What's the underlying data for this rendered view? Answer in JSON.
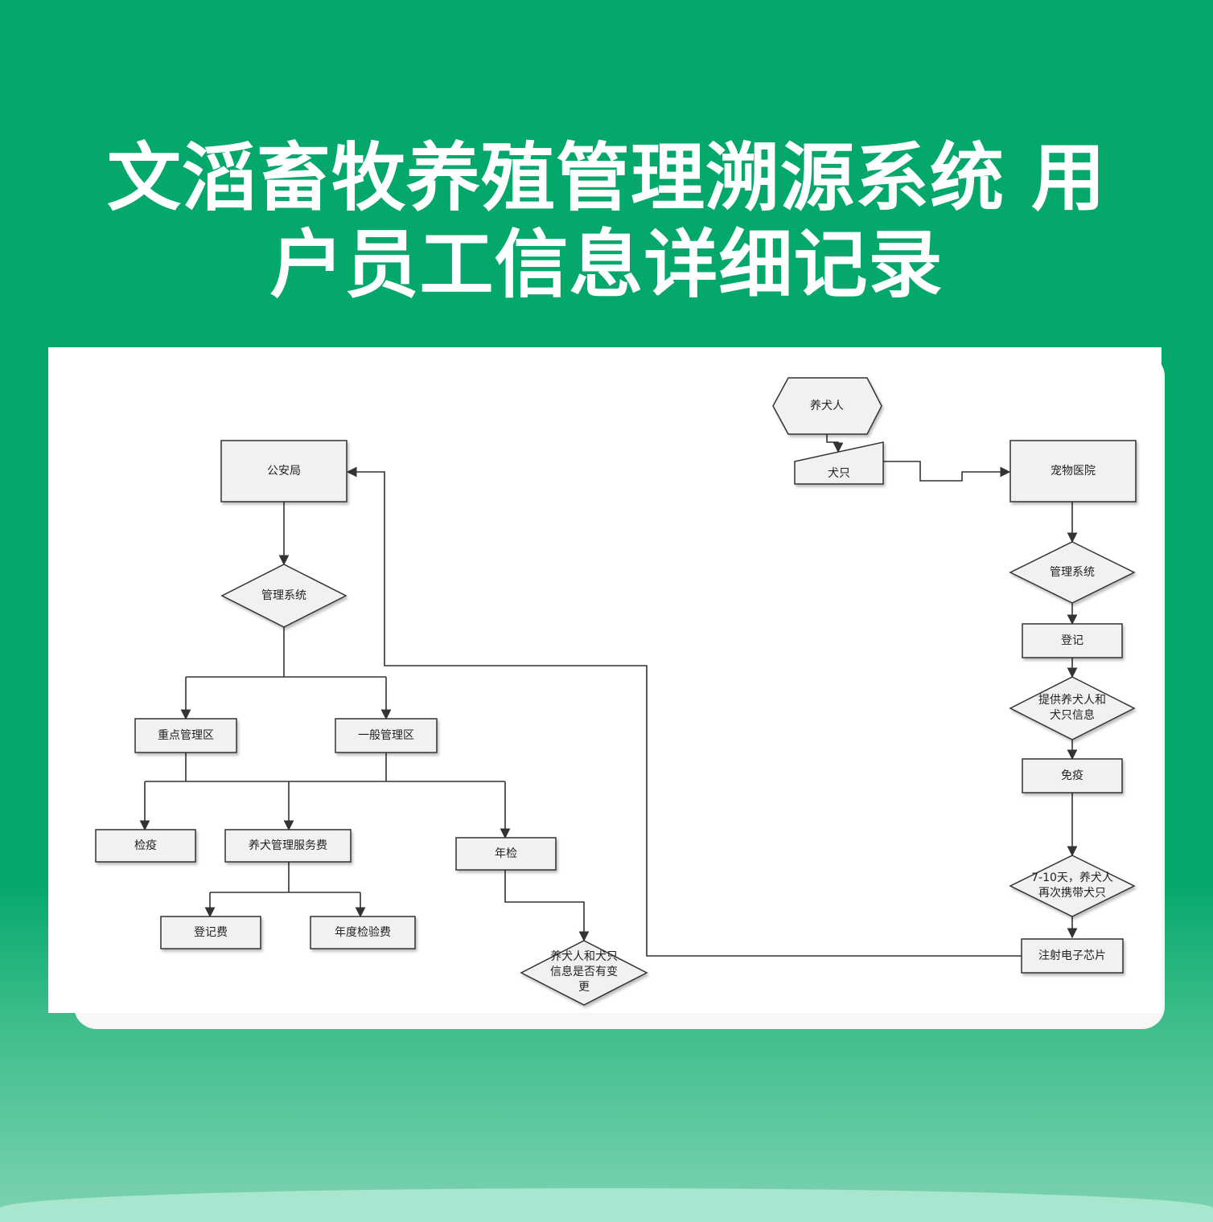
{
  "title_line1": "文滔畜牧养殖管理溯源系统 用",
  "title_line2": "户员工信息详细记录",
  "nodes": {
    "police": "公安局",
    "mgmt_left": "管理系统",
    "key_zone": "重点管理区",
    "general_zone": "一般管理区",
    "quarantine": "检疫",
    "service_fee": "养犬管理服务费",
    "annual_check": "年检",
    "reg_fee": "登记费",
    "annual_fee": "年度检验费",
    "info_change_1": "养犬人和犬只",
    "info_change_2": "信息是否有变",
    "info_change_3": "更",
    "owner": "养犬人",
    "dog": "犬只",
    "hospital": "宠物医院",
    "mgmt_right": "管理系统",
    "register": "登记",
    "provide_info_1": "提供养犬人和",
    "provide_info_2": "犬只信息",
    "immunize": "免疫",
    "revisit_1": "7-10天，养犬人",
    "revisit_2": "再次携带犬只",
    "chip": "注射电子芯片"
  }
}
